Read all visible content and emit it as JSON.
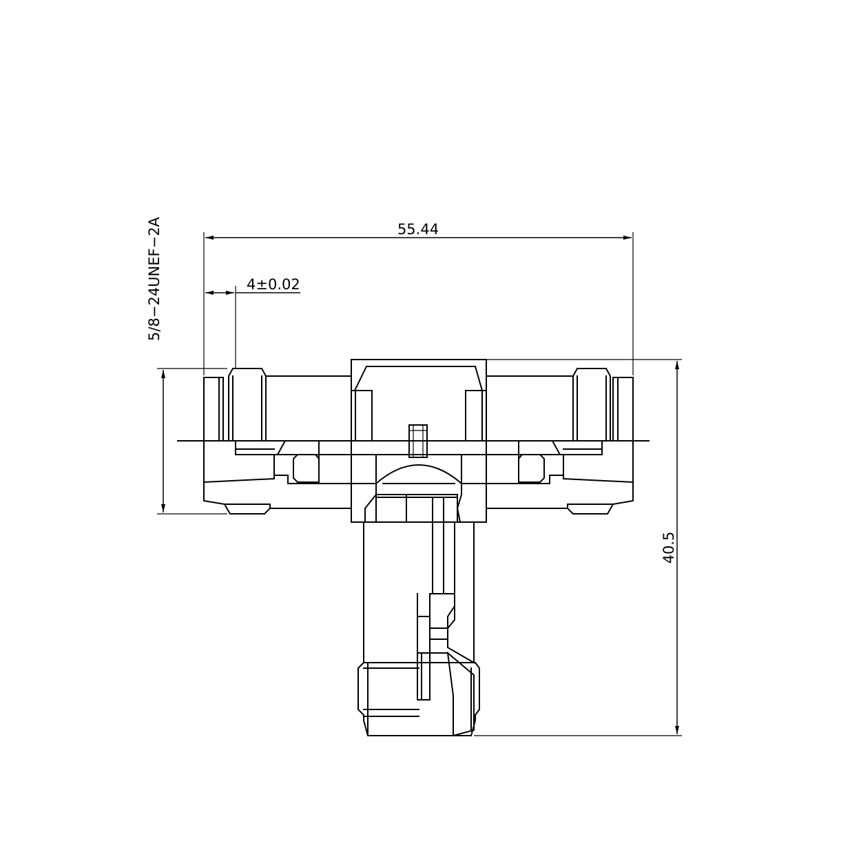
{
  "dimensions": {
    "overall_width": "55.44",
    "flange_offset": "4±0.02",
    "thread_spec": "5/8−24UNEF−2A",
    "overall_height": "40.5"
  },
  "colors": {
    "line": "#000000",
    "background": "#ffffff"
  }
}
